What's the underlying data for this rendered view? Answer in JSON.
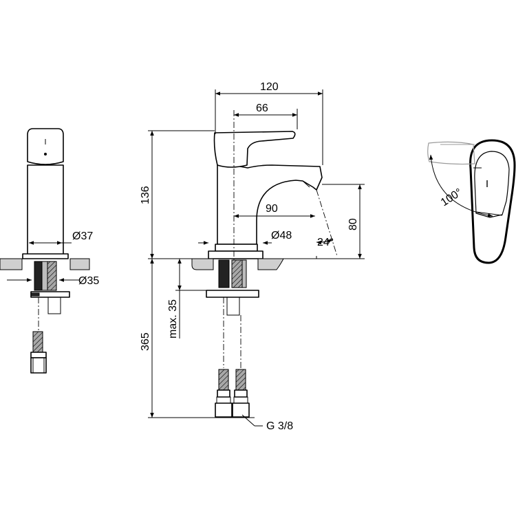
{
  "dimensions": {
    "overall_width": "120",
    "lever_reach": "66",
    "spout_projection": "90",
    "base_diameter": "Ø48",
    "body_height": "136",
    "spout_height": "80",
    "spout_angle": "24°",
    "body_diameter": "Ø37",
    "hole_diameter": "Ø35",
    "max_deck_thickness": "max. 35",
    "hose_length": "365",
    "hose_connection": "G 3/8",
    "lever_rotation": "100°"
  }
}
